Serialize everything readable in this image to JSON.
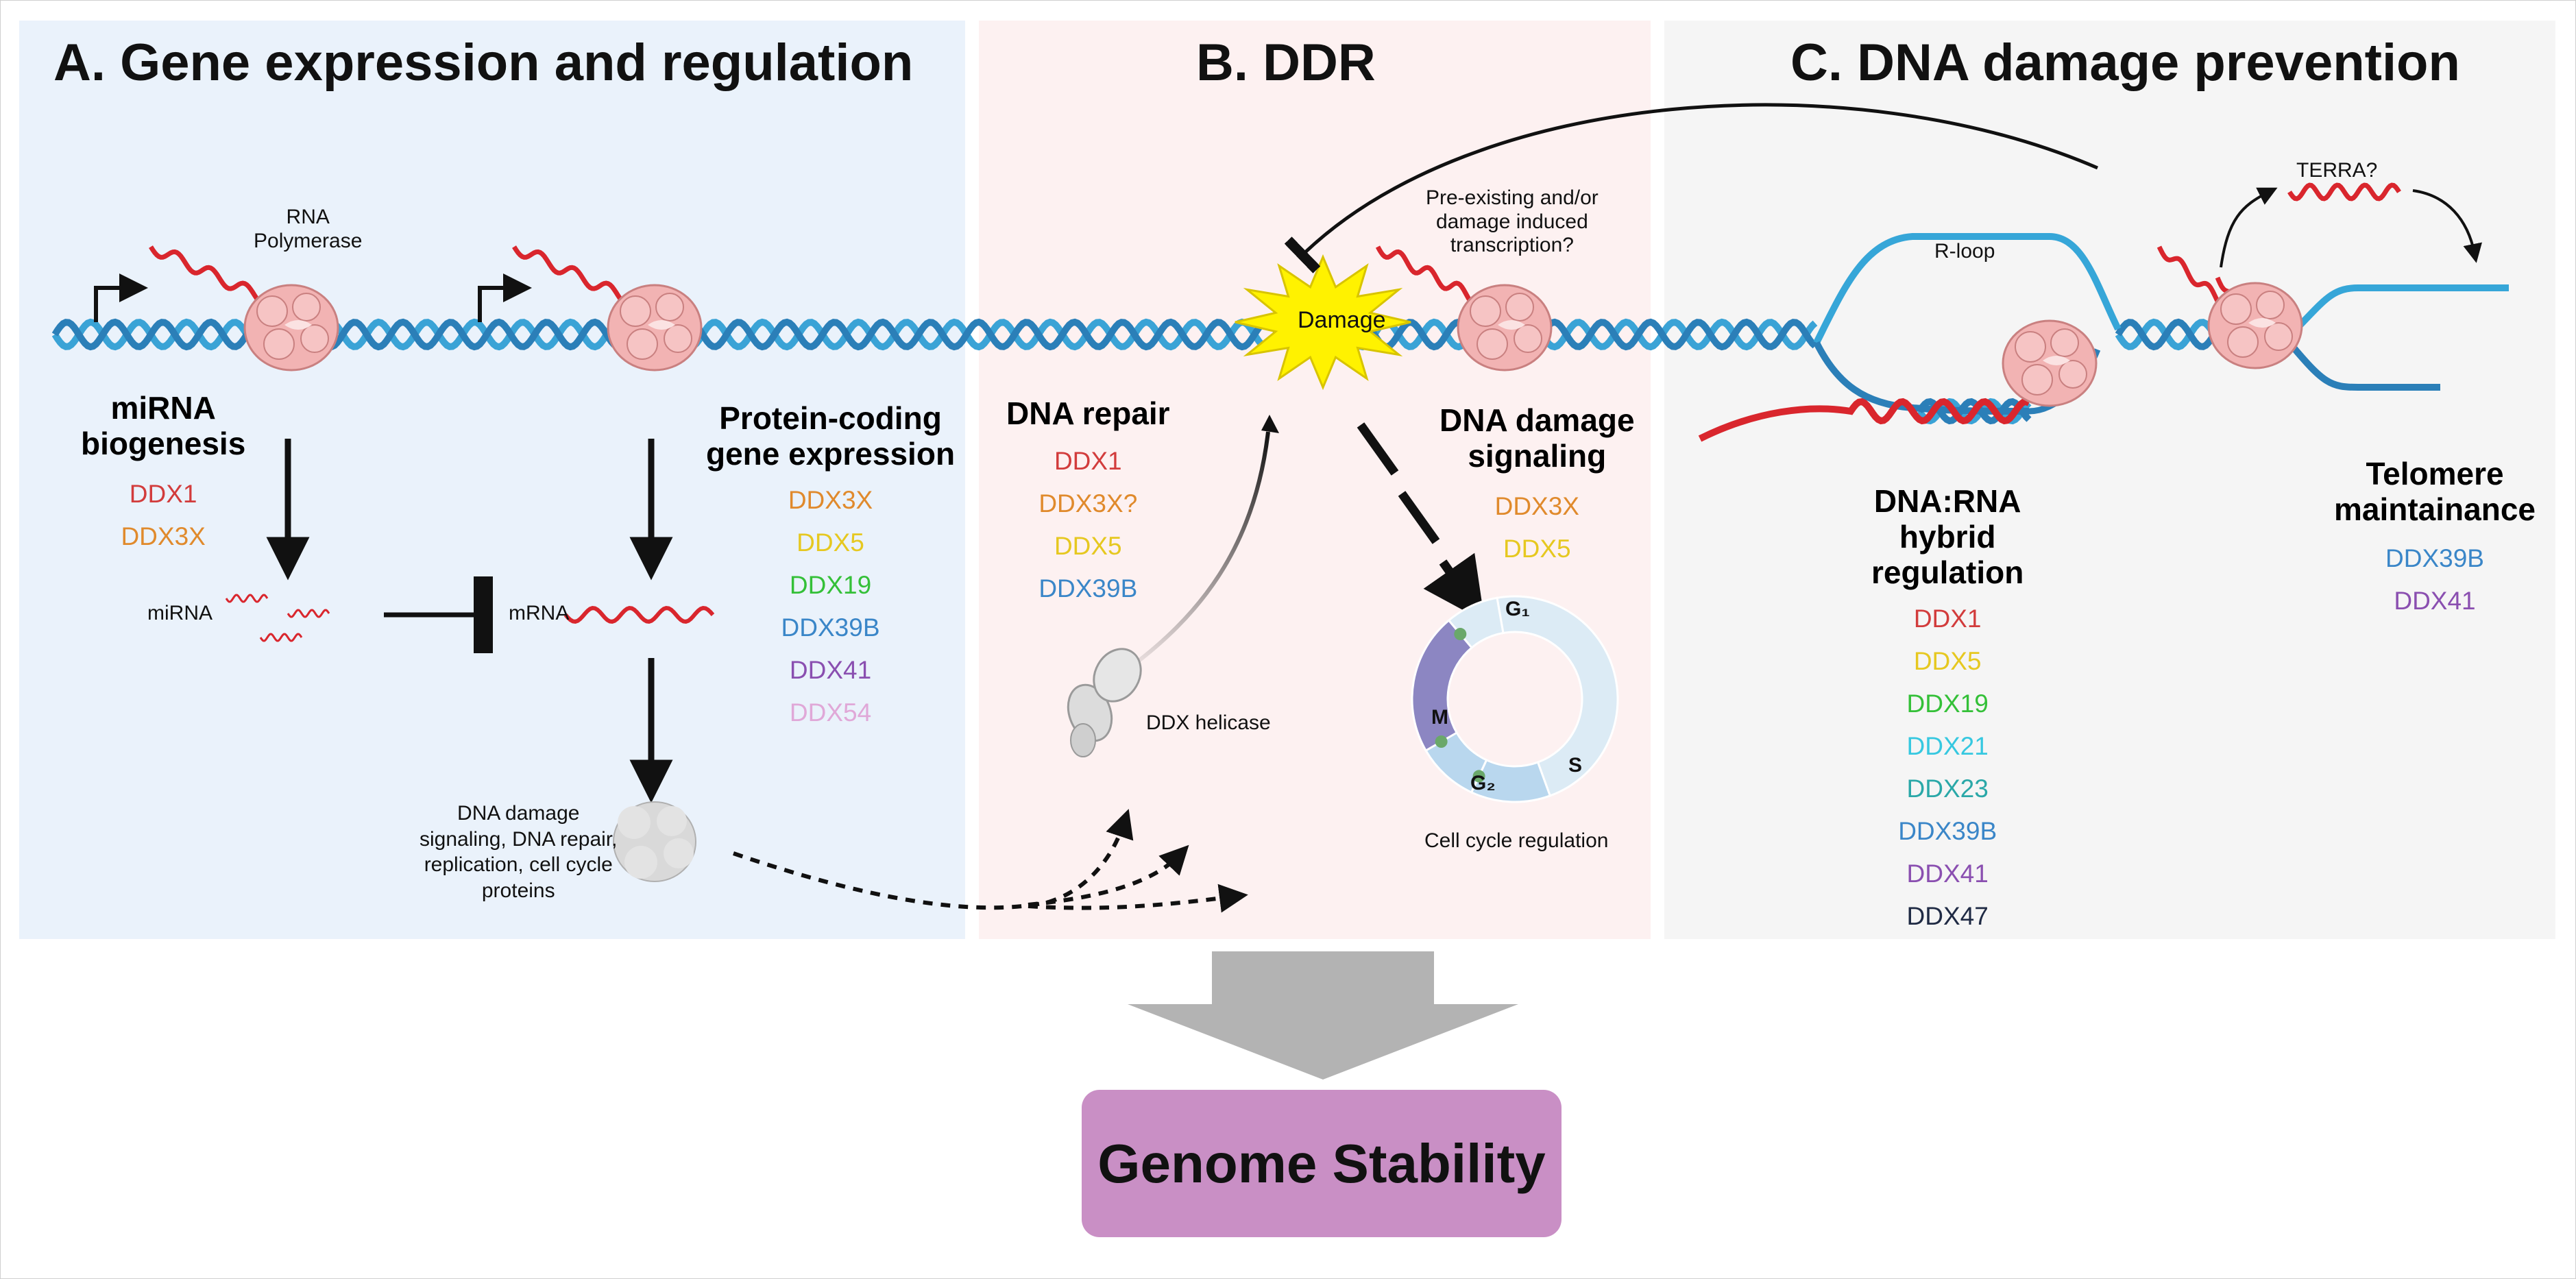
{
  "panels": {
    "a": {
      "title": "A. Gene expression and regulation"
    },
    "b": {
      "title": "B. DDR"
    },
    "c": {
      "title": "C. DNA damage prevention"
    }
  },
  "labels": {
    "rna_polymerase": "RNA\nPolymerase",
    "pre_existing": "Pre-existing and/or\ndamage induced\ntranscription?",
    "r_loop": "R-loop",
    "terra": "TERRA?",
    "damage": "Damage",
    "mirna": "miRNA",
    "mrna": "mRNA",
    "proteins": "DNA damage\nsignaling, DNA repair,\nreplication, cell cycle\nproteins",
    "ddx_helicase": "DDX helicase",
    "cell_cycle": "Cell cycle regulation"
  },
  "cell_cycle_phases": [
    "G₁",
    "S",
    "G₂",
    "M"
  ],
  "groups": {
    "mirna_biogenesis": {
      "heading": "miRNA\nbiogenesis",
      "genes": [
        {
          "name": "DDX1",
          "color": "#d23c3c"
        },
        {
          "name": "DDX3X",
          "color": "#e08a2c"
        }
      ]
    },
    "protein_coding": {
      "heading": "Protein-coding\ngene expression",
      "genes": [
        {
          "name": "DDX3X",
          "color": "#e08a2c"
        },
        {
          "name": "DDX5",
          "color": "#e6c820"
        },
        {
          "name": "DDX19",
          "color": "#34c038"
        },
        {
          "name": "DDX39B",
          "color": "#3a86c8"
        },
        {
          "name": "DDX41",
          "color": "#8a4fb0"
        },
        {
          "name": "DDX54",
          "color": "#e0a8d8"
        }
      ]
    },
    "dna_repair": {
      "heading": "DNA repair",
      "genes": [
        {
          "name": "DDX1",
          "color": "#d23c3c"
        },
        {
          "name": "DDX3X?",
          "color": "#e08a2c"
        },
        {
          "name": "DDX5",
          "color": "#e6c820"
        },
        {
          "name": "DDX39B",
          "color": "#3a86c8"
        }
      ]
    },
    "damage_signaling": {
      "heading": "DNA damage\nsignaling",
      "genes": [
        {
          "name": "DDX3X",
          "color": "#e08a2c"
        },
        {
          "name": "DDX5",
          "color": "#e6c820"
        }
      ]
    },
    "hybrid_regulation": {
      "heading": "DNA:RNA\nhybrid\nregulation",
      "genes": [
        {
          "name": "DDX1",
          "color": "#d23c3c"
        },
        {
          "name": "DDX5",
          "color": "#e6c820"
        },
        {
          "name": "DDX19",
          "color": "#34c038"
        },
        {
          "name": "DDX21",
          "color": "#36c8e0"
        },
        {
          "name": "DDX23",
          "color": "#2aa8a8"
        },
        {
          "name": "DDX39B",
          "color": "#3a86c8"
        },
        {
          "name": "DDX41",
          "color": "#8a4fb0"
        },
        {
          "name": "DDX47",
          "color": "#1f2a44"
        }
      ]
    },
    "telomere": {
      "heading": "Telomere\nmaintainance",
      "genes": [
        {
          "name": "DDX39B",
          "color": "#3a86c8"
        },
        {
          "name": "DDX41",
          "color": "#8a4fb0"
        }
      ]
    }
  },
  "result": {
    "label": "Genome Stability"
  },
  "colors": {
    "panel_a": "#eaf2fb",
    "panel_b": "#fdf1f1",
    "panel_c": "#f5f5f5",
    "dna": "#3aa3d6",
    "rna": "#d9262d",
    "polymerase": "#f2b3b3",
    "damage_star": "#fff200",
    "big_arrow": "#b3b3b3",
    "result_box": "#c98fc5"
  }
}
